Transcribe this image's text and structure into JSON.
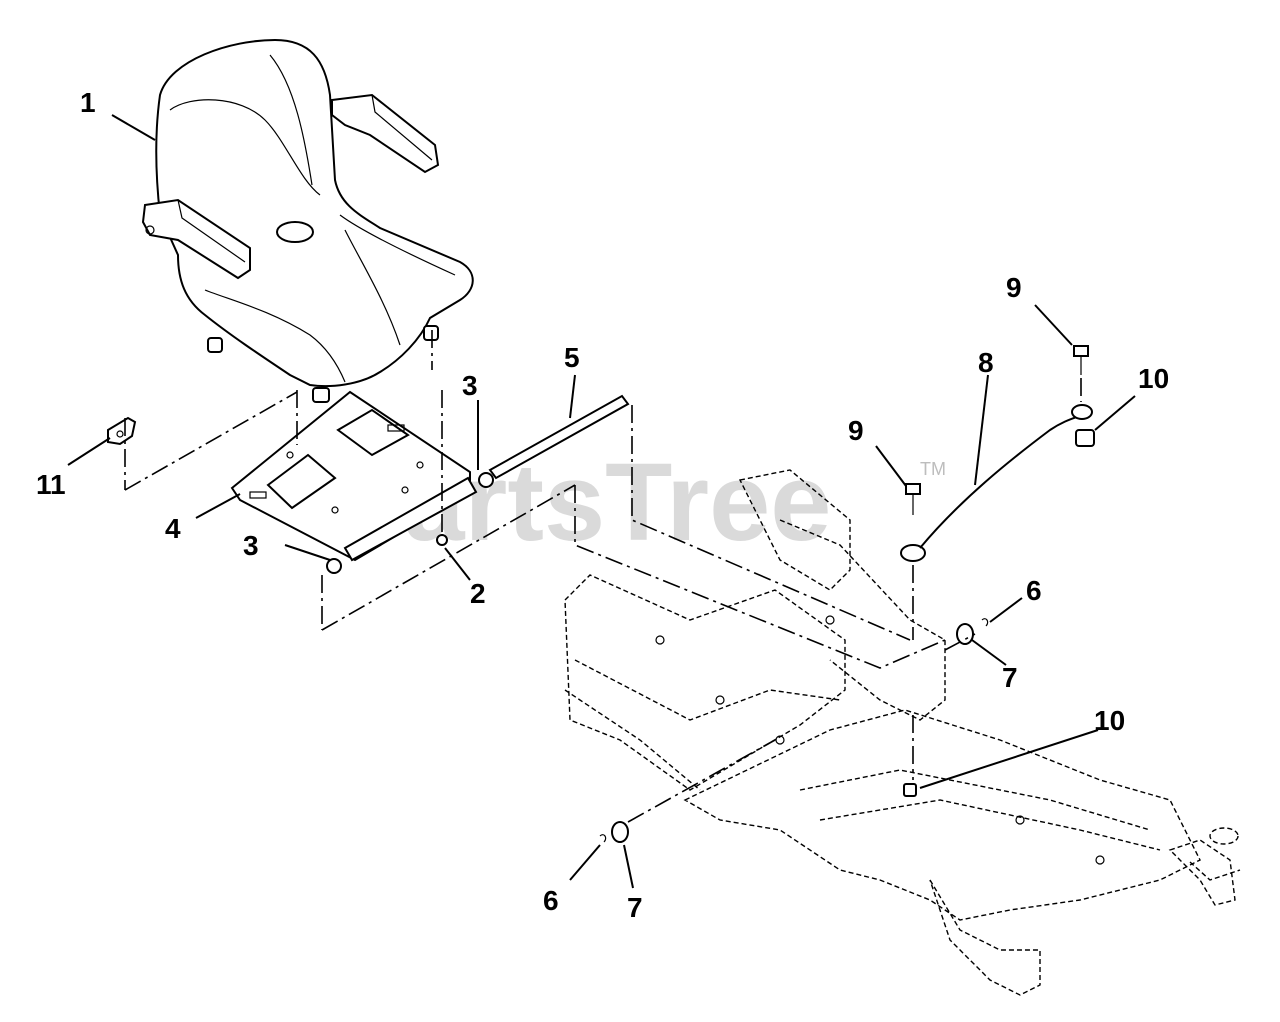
{
  "watermark": {
    "text": "PartsTree",
    "tm": "TM"
  },
  "callouts": {
    "c1": "1",
    "c2": "2",
    "c3a": "3",
    "c3b": "3",
    "c4": "4",
    "c5": "5",
    "c6a": "6",
    "c6b": "6",
    "c7a": "7",
    "c7b": "7",
    "c8": "8",
    "c9a": "9",
    "c9b": "9",
    "c10a": "10",
    "c10b": "10",
    "c11": "11"
  }
}
